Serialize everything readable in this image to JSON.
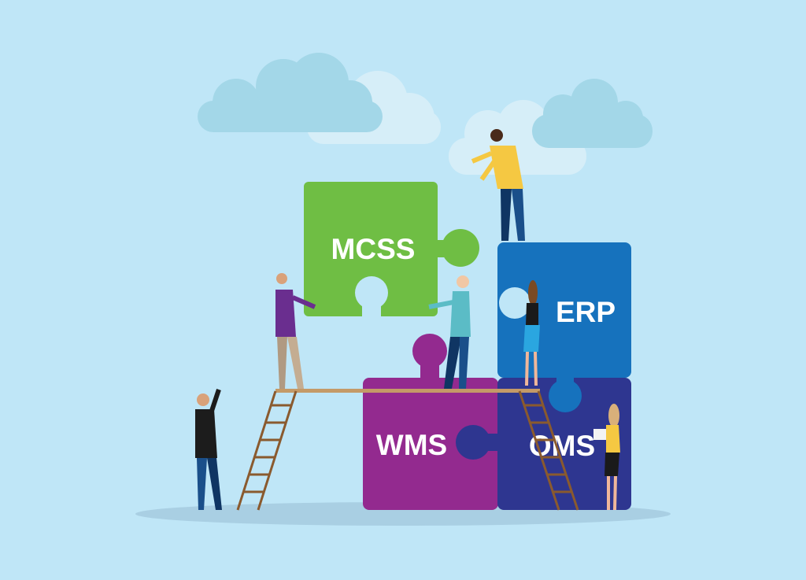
{
  "colors": {
    "background": "#bfe6f7",
    "cloud_dark": "#a3d7e8",
    "cloud_light": "#d6eef8",
    "ground": "#a9cfe3",
    "mcss": "#6fbe44",
    "erp": "#1672bd",
    "wms": "#932a8f",
    "oms": "#2e3690",
    "plank": "#c49a68",
    "ladder": "#8a5a2e"
  },
  "pieces": {
    "mcss": "MCSS",
    "erp": "ERP",
    "wms": "WMS",
    "oms": "OMS"
  }
}
